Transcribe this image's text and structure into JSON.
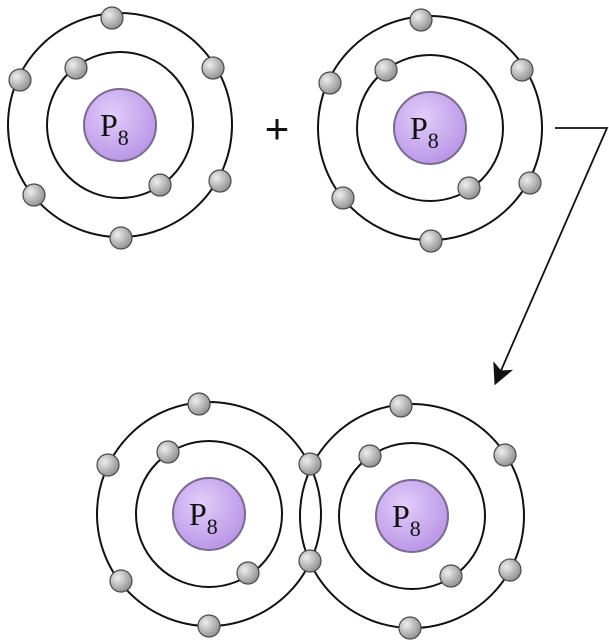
{
  "reactants": [
    {
      "nucleus": {
        "symbol": "P",
        "subscript": "8"
      },
      "shells": [
        {
          "electrons": 2
        },
        {
          "electrons": 6
        }
      ]
    },
    {
      "nucleus": {
        "symbol": "P",
        "subscript": "8"
      },
      "shells": [
        {
          "electrons": 2
        },
        {
          "electrons": 6
        }
      ]
    }
  ],
  "operator": "+",
  "product": {
    "atoms": [
      {
        "nucleus": {
          "symbol": "P",
          "subscript": "8"
        },
        "shells": [
          {
            "electrons": 2
          },
          {
            "electrons": 6
          }
        ]
      },
      {
        "nucleus": {
          "symbol": "P",
          "subscript": "8"
        },
        "shells": [
          {
            "electrons": 2
          },
          {
            "electrons": 6
          }
        ]
      }
    ],
    "shared_electrons": 2
  },
  "colors": {
    "nucleus_fill": "#c9a8ef",
    "nucleus_stroke": "#7a6a8e",
    "electron_fill": "#9a9a9a",
    "electron_highlight": "#eeeeee",
    "line": "#111111"
  }
}
